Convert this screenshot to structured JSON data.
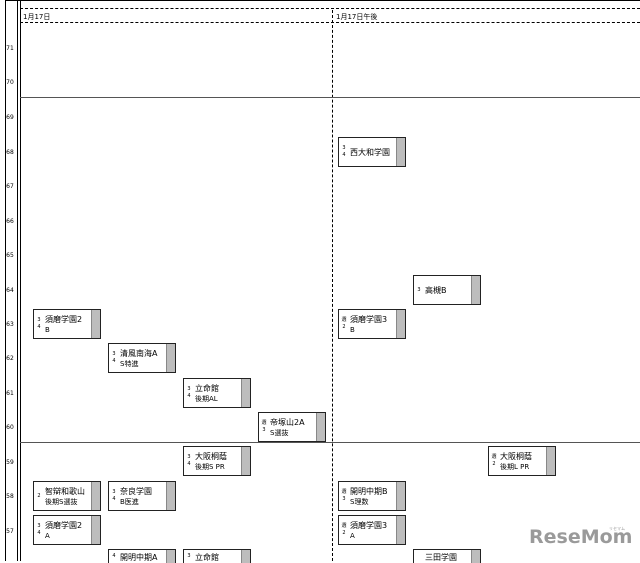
{
  "columns": [
    {
      "label": "1月17日"
    },
    {
      "label": "1月17日午後"
    }
  ],
  "ranks": [
    "71",
    "70",
    "69",
    "68",
    "67",
    "66",
    "65",
    "64",
    "63",
    "62",
    "61",
    "60",
    "59",
    "58",
    "57"
  ],
  "schools": [
    {
      "tag": "3\n4",
      "name": "須磨学園2",
      "course": "B"
    },
    {
      "tag": "3\n4",
      "name": "清風南海A",
      "course": "S特進"
    },
    {
      "tag": "3\n4",
      "name": "立命館",
      "course": "後期AL"
    },
    {
      "tag": "選\n3",
      "name": "帝塚山2A",
      "course": "S選抜"
    },
    {
      "tag": "3\n4",
      "name": "西大和学園",
      "course": ""
    },
    {
      "tag": "3",
      "name": "高槻B",
      "course": ""
    },
    {
      "tag": "選\n2",
      "name": "須磨学園3",
      "course": "B"
    },
    {
      "tag": "3\n4",
      "name": "大阪桐蔭",
      "course": "後期S PR"
    },
    {
      "tag": "選\n2",
      "name": "大阪桐蔭",
      "course": "後期L PR"
    },
    {
      "tag": "2",
      "name": "智辯和歌山",
      "course": "後期S選抜"
    },
    {
      "tag": "3\n4",
      "name": "奈良学園",
      "course": "B医進"
    },
    {
      "tag": "選\n3",
      "name": "開明中期B",
      "course": "S理数"
    },
    {
      "tag": "3\n4",
      "name": "須磨学園2",
      "course": "A"
    },
    {
      "tag": "選\n2",
      "name": "須磨学園3",
      "course": "A"
    },
    {
      "tag": "4",
      "name": "開明中期A",
      "course": ""
    },
    {
      "tag": "3",
      "name": "立命館",
      "course": ""
    },
    {
      "tag": "",
      "name": "三田学園",
      "course": ""
    }
  ],
  "logo": {
    "text": "ReseMom",
    "sub": "リセマム"
  }
}
